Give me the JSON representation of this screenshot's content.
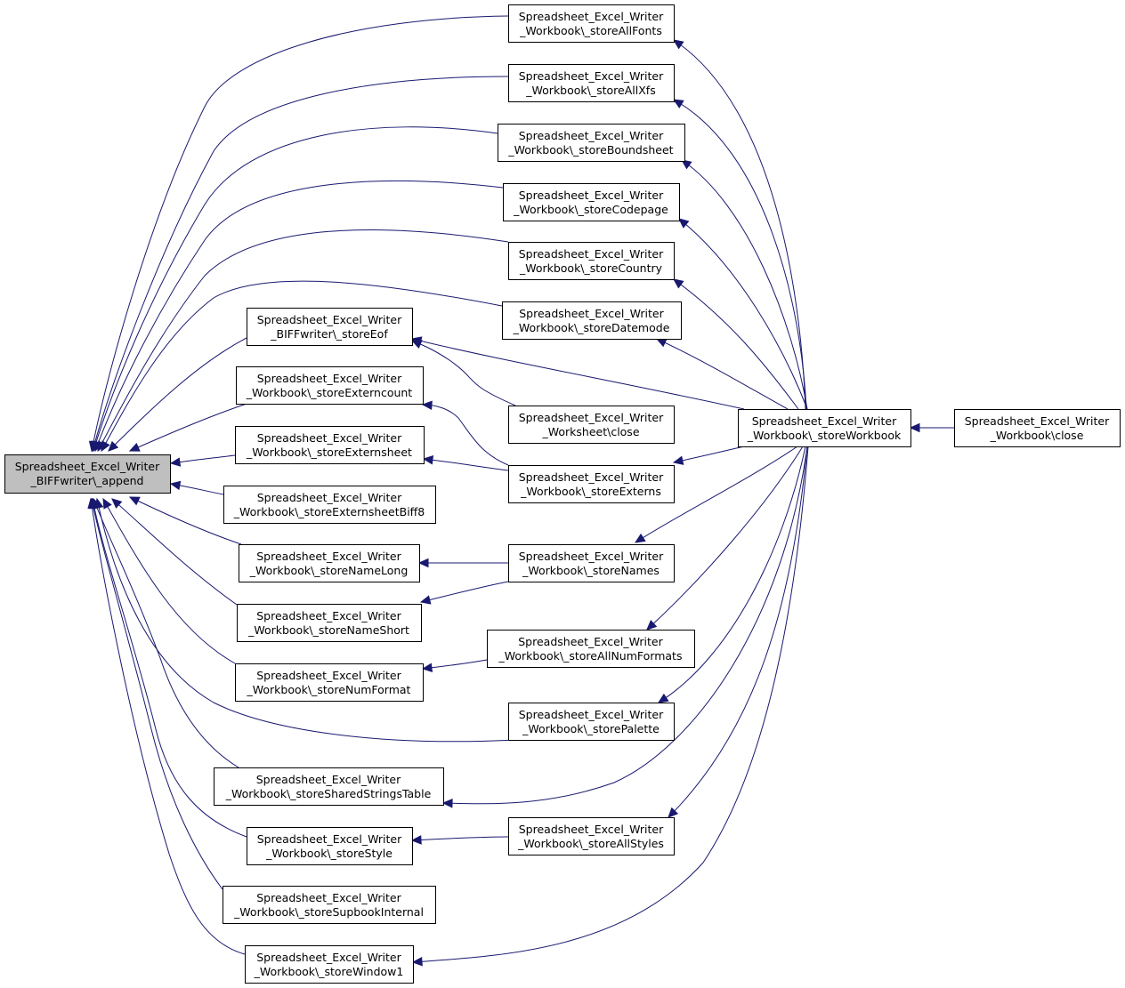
{
  "diagram": {
    "nodes": [
      {
        "id": "append",
        "line1": "Spreadsheet_Excel_Writer",
        "line2": "_BIFFwriter\\_append",
        "focus": true
      },
      {
        "id": "storeAllFonts",
        "line1": "Spreadsheet_Excel_Writer",
        "line2": "_Workbook\\_storeAllFonts"
      },
      {
        "id": "storeAllXfs",
        "line1": "Spreadsheet_Excel_Writer",
        "line2": "_Workbook\\_storeAllXfs"
      },
      {
        "id": "storeBoundsheet",
        "line1": "Spreadsheet_Excel_Writer",
        "line2": "_Workbook\\_storeBoundsheet"
      },
      {
        "id": "storeCodepage",
        "line1": "Spreadsheet_Excel_Writer",
        "line2": "_Workbook\\_storeCodepage"
      },
      {
        "id": "storeCountry",
        "line1": "Spreadsheet_Excel_Writer",
        "line2": "_Workbook\\_storeCountry"
      },
      {
        "id": "storeDatemode",
        "line1": "Spreadsheet_Excel_Writer",
        "line2": "_Workbook\\_storeDatemode"
      },
      {
        "id": "storeEof",
        "line1": "Spreadsheet_Excel_Writer",
        "line2": "_BIFFwriter\\_storeEof"
      },
      {
        "id": "storeExterncount",
        "line1": "Spreadsheet_Excel_Writer",
        "line2": "_Workbook\\_storeExterncount"
      },
      {
        "id": "worksheetClose",
        "line1": "Spreadsheet_Excel_Writer",
        "line2": "_Worksheet\\close"
      },
      {
        "id": "storeWorkbook",
        "line1": "Spreadsheet_Excel_Writer",
        "line2": "_Workbook\\_storeWorkbook"
      },
      {
        "id": "workbookClose",
        "line1": "Spreadsheet_Excel_Writer",
        "line2": "_Workbook\\close"
      },
      {
        "id": "storeExternsheet",
        "line1": "Spreadsheet_Excel_Writer",
        "line2": "_Workbook\\_storeExternsheet"
      },
      {
        "id": "storeExterns",
        "line1": "Spreadsheet_Excel_Writer",
        "line2": "_Workbook\\_storeExterns"
      },
      {
        "id": "storeExternsheetBiff8",
        "line1": "Spreadsheet_Excel_Writer",
        "line2": "_Workbook\\_storeExternsheetBiff8"
      },
      {
        "id": "storeNameLong",
        "line1": "Spreadsheet_Excel_Writer",
        "line2": "_Workbook\\_storeNameLong"
      },
      {
        "id": "storeNames",
        "line1": "Spreadsheet_Excel_Writer",
        "line2": "_Workbook\\_storeNames"
      },
      {
        "id": "storeNameShort",
        "line1": "Spreadsheet_Excel_Writer",
        "line2": "_Workbook\\_storeNameShort"
      },
      {
        "id": "storeAllNumFormats",
        "line1": "Spreadsheet_Excel_Writer",
        "line2": "_Workbook\\_storeAllNumFormats"
      },
      {
        "id": "storeNumFormat",
        "line1": "Spreadsheet_Excel_Writer",
        "line2": "_Workbook\\_storeNumFormat"
      },
      {
        "id": "storePalette",
        "line1": "Spreadsheet_Excel_Writer",
        "line2": "_Workbook\\_storePalette"
      },
      {
        "id": "storeSharedStringsTable",
        "line1": "Spreadsheet_Excel_Writer",
        "line2": "_Workbook\\_storeSharedStringsTable"
      },
      {
        "id": "storeStyle",
        "line1": "Spreadsheet_Excel_Writer",
        "line2": "_Workbook\\_storeStyle"
      },
      {
        "id": "storeAllStyles",
        "line1": "Spreadsheet_Excel_Writer",
        "line2": "_Workbook\\_storeAllStyles"
      },
      {
        "id": "storeSupbookInternal",
        "line1": "Spreadsheet_Excel_Writer",
        "line2": "_Workbook\\_storeSupbookInternal"
      },
      {
        "id": "storeWindow1",
        "line1": "Spreadsheet_Excel_Writer",
        "line2": "_Workbook\\_storeWindow1"
      }
    ],
    "edges": [
      {
        "from": "storeAllFonts",
        "to": "append"
      },
      {
        "from": "storeAllXfs",
        "to": "append"
      },
      {
        "from": "storeBoundsheet",
        "to": "append"
      },
      {
        "from": "storeCodepage",
        "to": "append"
      },
      {
        "from": "storeCountry",
        "to": "append"
      },
      {
        "from": "storeDatemode",
        "to": "append"
      },
      {
        "from": "storeEof",
        "to": "append"
      },
      {
        "from": "storeExterncount",
        "to": "append"
      },
      {
        "from": "storeExternsheet",
        "to": "append"
      },
      {
        "from": "storeExternsheetBiff8",
        "to": "append"
      },
      {
        "from": "storeNameLong",
        "to": "append"
      },
      {
        "from": "storeNameShort",
        "to": "append"
      },
      {
        "from": "storeNumFormat",
        "to": "append"
      },
      {
        "from": "storePalette",
        "to": "append"
      },
      {
        "from": "storeSharedStringsTable",
        "to": "append"
      },
      {
        "from": "storeStyle",
        "to": "append"
      },
      {
        "from": "storeSupbookInternal",
        "to": "append"
      },
      {
        "from": "storeWindow1",
        "to": "append"
      },
      {
        "from": "worksheetClose",
        "to": "storeEof"
      },
      {
        "from": "storeWorkbook",
        "to": "storeEof"
      },
      {
        "from": "storeWorkbook",
        "to": "storeAllFonts"
      },
      {
        "from": "storeWorkbook",
        "to": "storeAllXfs"
      },
      {
        "from": "storeWorkbook",
        "to": "storeBoundsheet"
      },
      {
        "from": "storeWorkbook",
        "to": "storeCodepage"
      },
      {
        "from": "storeWorkbook",
        "to": "storeCountry"
      },
      {
        "from": "storeWorkbook",
        "to": "storeDatemode"
      },
      {
        "from": "storeWorkbook",
        "to": "storeExterns"
      },
      {
        "from": "storeWorkbook",
        "to": "storeNames"
      },
      {
        "from": "storeWorkbook",
        "to": "storeAllNumFormats"
      },
      {
        "from": "storeWorkbook",
        "to": "storePalette"
      },
      {
        "from": "storeWorkbook",
        "to": "storeSharedStringsTable"
      },
      {
        "from": "storeWorkbook",
        "to": "storeAllStyles"
      },
      {
        "from": "storeWorkbook",
        "to": "storeWindow1"
      },
      {
        "from": "workbookClose",
        "to": "storeWorkbook"
      },
      {
        "from": "storeExterns",
        "to": "storeExterncount"
      },
      {
        "from": "storeExterns",
        "to": "storeExternsheet"
      },
      {
        "from": "storeNames",
        "to": "storeNameLong"
      },
      {
        "from": "storeNames",
        "to": "storeNameShort"
      },
      {
        "from": "storeAllNumFormats",
        "to": "storeNumFormat"
      },
      {
        "from": "storeAllStyles",
        "to": "storeStyle"
      }
    ],
    "colors": {
      "edge": "#191970",
      "focus_fill": "#bfbfbf",
      "node_fill": "#ffffff",
      "border": "#000000"
    }
  }
}
